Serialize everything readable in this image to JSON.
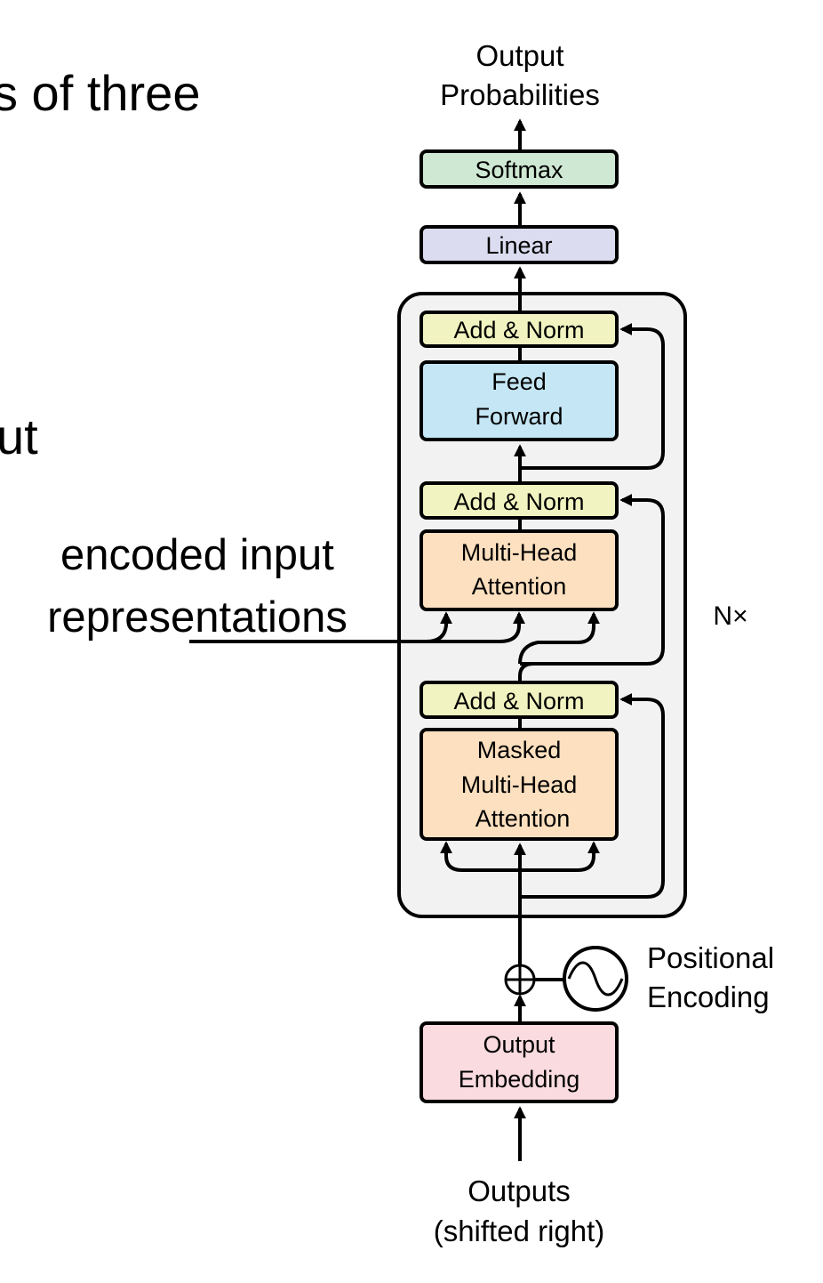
{
  "slide": {
    "partial_top": "s of three",
    "partial_mid": "ut",
    "annotation_line1": "encoded input",
    "annotation_line2": "representations"
  },
  "diagram": {
    "output_probabilities": [
      "Output",
      "Probabilities"
    ],
    "softmax": "Softmax",
    "linear": "Linear",
    "add_norm": "Add & Norm",
    "feed_forward": [
      "Feed",
      "Forward"
    ],
    "multi_head_attention": [
      "Multi-Head",
      "Attention"
    ],
    "masked_multi_head_attention": [
      "Masked",
      "Multi-Head",
      "Attention"
    ],
    "repeat": "N×",
    "positional_encoding": [
      "Positional",
      "Encoding"
    ],
    "output_embedding": [
      "Output",
      "Embedding"
    ],
    "outputs": [
      "Outputs",
      "(shifted right)"
    ]
  },
  "colors": {
    "softmax": "#cfe8d3",
    "linear": "#dcdcf0",
    "add_norm": "#f1f4c0",
    "feed_forward": "#c5e6f4",
    "attention": "#fde0bf",
    "embedding": "#fadbe0",
    "block_bg": "#f2f2f2"
  }
}
